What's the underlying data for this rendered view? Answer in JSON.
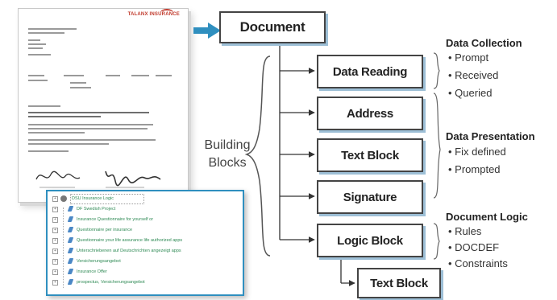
{
  "document_box": "Document",
  "building_blocks_label": [
    "Building",
    "Blocks"
  ],
  "blocks": [
    {
      "label": "Data Reading"
    },
    {
      "label": "Address"
    },
    {
      "label": "Text Block"
    },
    {
      "label": "Signature"
    },
    {
      "label": "Logic Block"
    }
  ],
  "sub_block": "Text Block",
  "sections": [
    {
      "title": "Data Collection",
      "bullets": [
        "Prompt",
        "Received",
        "Queried"
      ]
    },
    {
      "title": "Data Presentation",
      "bullets": [
        "Fix defined",
        "Prompted"
      ]
    },
    {
      "title": "Document Logic",
      "bullets": [
        "Rules",
        "DOCDEF",
        "Constraints"
      ]
    }
  ],
  "tree_rows": [
    "DSU Insurance Logic",
    "DF Swedish Project",
    "Insurance Questionnaire for yourself or",
    "Questionnaire per insurance",
    "Questionnaire your life assurance life authorized apps",
    "Unterschriebenen auf Deutschrichten angezeigt apps",
    "Versicherungsangebot",
    "Insurance Offer",
    "prospectus, Versicherungsangebot"
  ],
  "doc_preview": {
    "logo": "TALANX INSURANCE"
  },
  "colors": {
    "accent": "#2f8fbf",
    "box_shadow": "#9dbfd6",
    "tree_text": "#2f8a55"
  }
}
